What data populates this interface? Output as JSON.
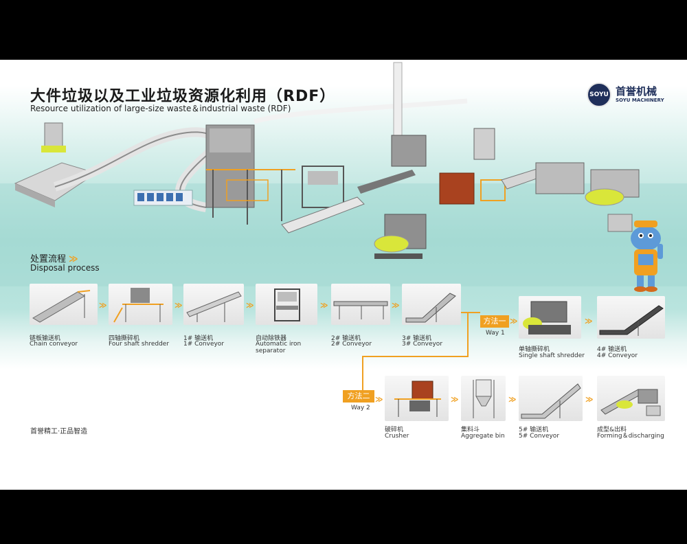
{
  "title": {
    "cn": "大件垃圾以及工业垃圾资源化利用（RDF）",
    "en": "Resource utilization of large-size waste＆industrial waste (RDF)"
  },
  "logo": {
    "mark": "SOYU",
    "cn": "首誉机械",
    "en": "SOYU MACHINERY"
  },
  "section": {
    "cn": "处置流程",
    "arrow": "≫",
    "en": "Disposal process"
  },
  "steps": [
    {
      "cn": "链板输送机",
      "en": "Chain conveyor"
    },
    {
      "cn": "四轴撕碎机",
      "en": "Four shaft shredder"
    },
    {
      "cn": "1# 输送机",
      "en": "1# Conveyor"
    },
    {
      "cn": "自动除铁器",
      "en": "Automatic iron separator"
    },
    {
      "cn": "2# 输送机",
      "en": "2# Conveyor"
    },
    {
      "cn": "3# 输送机",
      "en": "3# Conveyor"
    }
  ],
  "way1": {
    "label": "方法一",
    "en": "Way 1",
    "steps": [
      {
        "cn": "单轴撕碎机",
        "en": "Single shaft shredder"
      },
      {
        "cn": "4# 输送机",
        "en": "4# Conveyor"
      }
    ]
  },
  "way2": {
    "label": "方法二",
    "en": "Way 2",
    "steps": [
      {
        "cn": "破碎机",
        "en": "Crusher"
      },
      {
        "cn": "集料斗",
        "en": "Aggregate bin"
      },
      {
        "cn": "5# 输送机",
        "en": "5# Conveyor"
      },
      {
        "cn": "成型&出料",
        "en": "Forming＆discharging"
      }
    ]
  },
  "chevron": "≫",
  "slogan": "首誉精工·正品智造",
  "colors": {
    "accent": "#f0a021",
    "brand": "#1f2f5a",
    "machine_yellow": "#d9e63a",
    "teal": "#a9ddd6"
  }
}
